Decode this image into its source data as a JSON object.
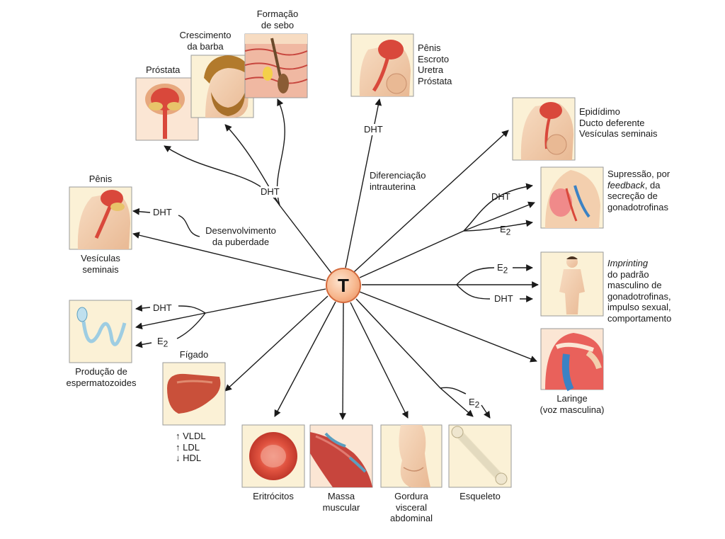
{
  "center": {
    "label": "T"
  },
  "targets": {
    "prostata": {
      "label": "Próstata"
    },
    "barba": {
      "line1": "Crescimento",
      "line2": "da barba"
    },
    "sebo": {
      "line1": "Formação",
      "line2": "de sebo"
    },
    "genitais": {
      "line1": "Pênis",
      "line2": "Escroto",
      "line3": "Uretra",
      "line4": "Próstata"
    },
    "epididimo": {
      "line1": "Epidídimo",
      "line2": "Ducto deferente",
      "line3": "Vesículas seminais"
    },
    "supressao": {
      "line1": "Supressão, por",
      "line2_em": "feedback",
      "line2_rest": ", da",
      "line3": "secreção de",
      "line4": "gonadotrofinas"
    },
    "imprinting": {
      "line1_em": "Imprinting",
      "line2": "do padrão",
      "line3": "masculino de",
      "line4": "gonadotrofinas,",
      "line5": "impulso sexual,",
      "line6": "comportamento"
    },
    "laringe": {
      "line1": "Laringe",
      "line2": "(voz masculina)"
    },
    "penis_pub": {
      "top": "Pênis",
      "bottom1": "Vesículas",
      "bottom2": "seminais"
    },
    "esperma": {
      "line1": "Produção de",
      "line2": "espermatozoides"
    },
    "figado": {
      "label": "Fígado",
      "vldl": "↑ VLDL",
      "ldl": "↑ LDL",
      "hdl": "↓ HDL"
    },
    "eritrocitos": {
      "label": "Eritrócitos"
    },
    "massa": {
      "line1": "Massa",
      "line2": "muscular"
    },
    "gordura": {
      "line1": "Gordura",
      "line2": "visceral",
      "line3": "abdominal"
    },
    "esqueleto": {
      "label": "Esqueleto"
    }
  },
  "pathway_labels": {
    "dht_top": "DHT",
    "dht_diff": "DHT",
    "diferenciacao1": "Diferenciação",
    "diferenciacao2": "intrauterina",
    "desenvolvimento1": "Desenvolvimento",
    "desenvolvimento2": "da puberdade",
    "dht_penis": "DHT",
    "dht_supressao": "DHT",
    "e2_supressao": "E",
    "e2_imprinting": "E",
    "dht_imprinting": "DHT",
    "dht_esperma": "DHT",
    "e2_esperma": "E",
    "e2_esqueleto": "E",
    "sub2": "2"
  },
  "colors": {
    "panel_fill": "#fbf1d6",
    "panel_border": "#9a9a9a",
    "arrow": "#1a1a1a",
    "red_organ": "#d9483b",
    "skin": "#f3cfae"
  }
}
